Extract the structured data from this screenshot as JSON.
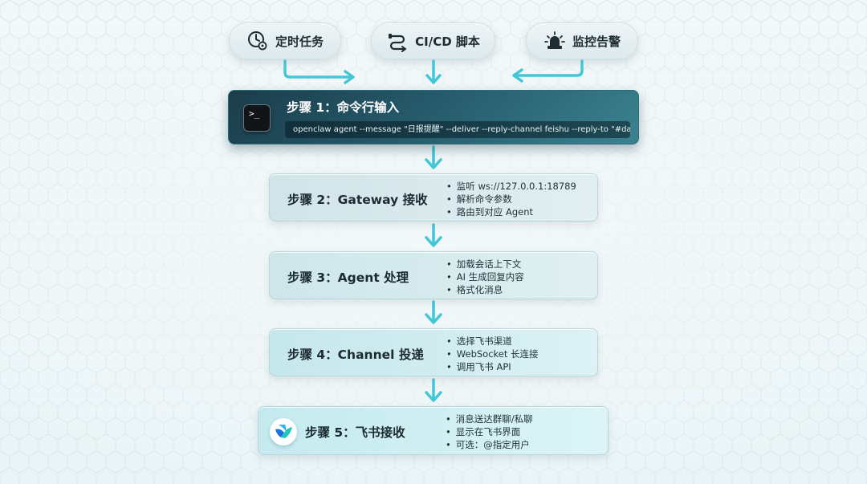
{
  "sources": [
    {
      "label": "定时任务",
      "icon": "clock-gear-icon"
    },
    {
      "label": "CI/CD 脚本",
      "icon": "pipeline-icon"
    },
    {
      "label": "监控告警",
      "icon": "alarm-siren-icon"
    }
  ],
  "steps": [
    {
      "title": "步骤 1：命令行输入",
      "icon": "terminal-icon",
      "terminal_glyph": ">_",
      "command": "openclaw agent --message \"日报提醒\" --deliver --reply-channel feishu --reply-to \"#daily\""
    },
    {
      "title": "步骤 2：Gateway 接收",
      "bullets": [
        "监听 ws://127.0.0.1:18789",
        "解析命令参数",
        "路由到对应 Agent"
      ]
    },
    {
      "title": "步骤 3：Agent 处理",
      "bullets": [
        "加载会话上下文",
        "AI 生成回复内容",
        "格式化消息"
      ]
    },
    {
      "title": "步骤 4：Channel 投递",
      "bullets": [
        "选择飞书渠道",
        "WebSocket 长连接",
        "调用飞书 API"
      ]
    },
    {
      "title": "步骤 5：飞书接收",
      "icon": "feishu-logo-icon",
      "bullets": [
        "消息送达群聊/私聊",
        "显示在飞书界面",
        "可选：@指定用户"
      ]
    }
  ],
  "colors": {
    "arrow": "#45c6d6",
    "step1_bg": "#1f4a59",
    "accent": "#3aa9bd"
  }
}
